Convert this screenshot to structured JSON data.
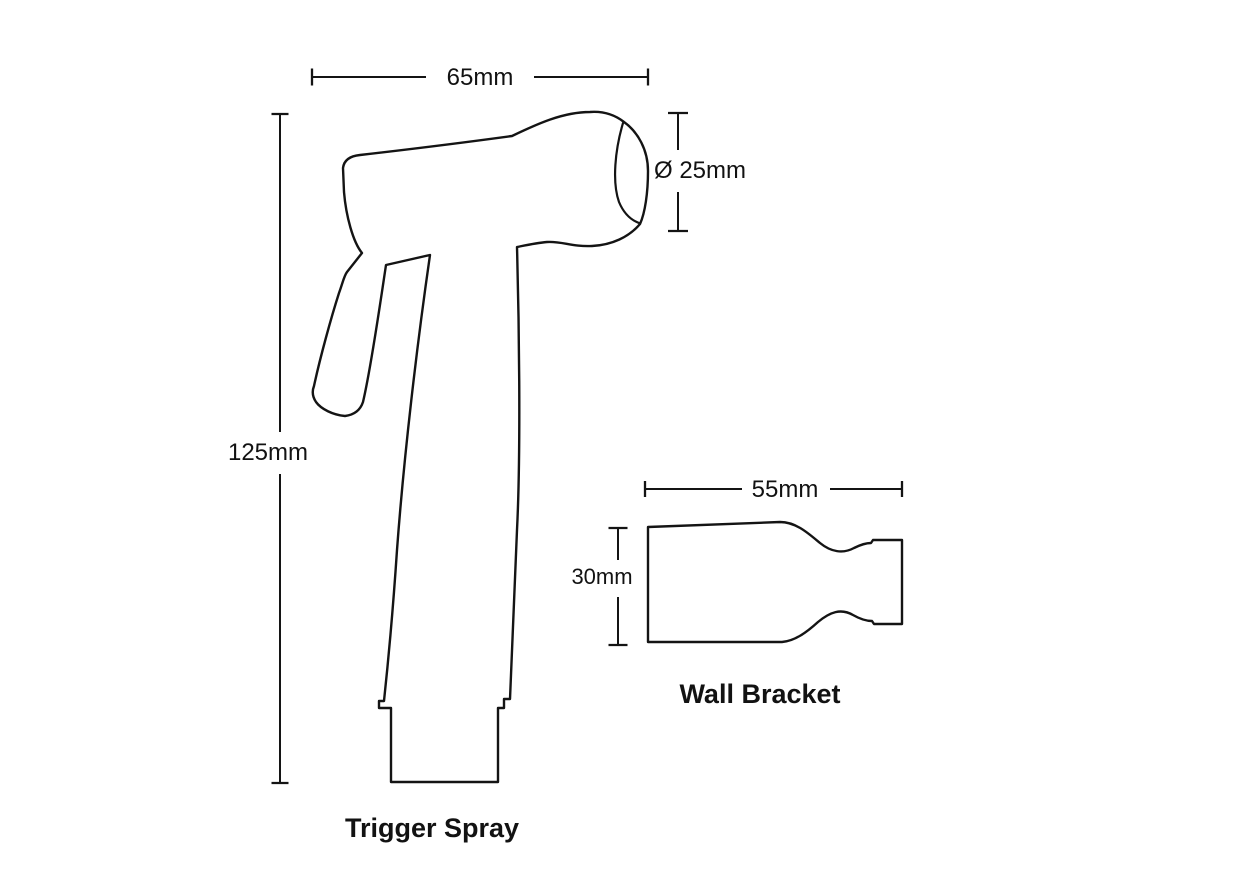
{
  "colors": {
    "line": "#141414",
    "text": "#121212",
    "background": "#ffffff"
  },
  "trigger_spray": {
    "label": "Trigger Spray",
    "width_dim": "65mm",
    "height_dim": "125mm",
    "nozzle_diameter_dim": "Ø 25mm"
  },
  "wall_bracket": {
    "label": "Wall Bracket",
    "width_dim": "55mm",
    "height_dim": "30mm"
  }
}
